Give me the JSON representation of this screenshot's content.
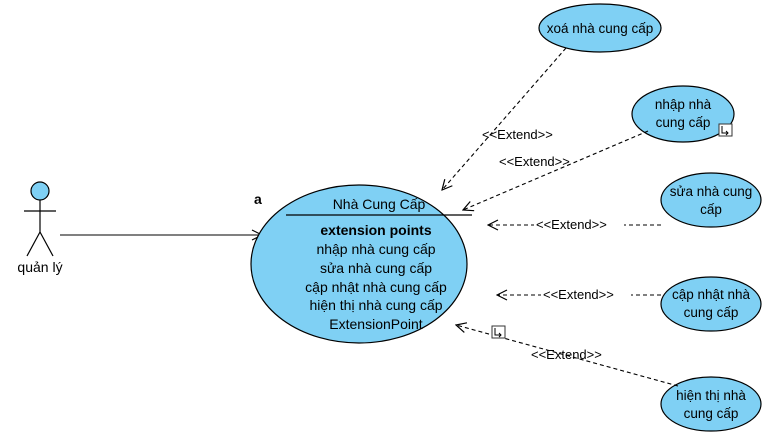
{
  "diagram": {
    "colors": {
      "use_case_fill": "#7fd0f4",
      "line": "#000000"
    },
    "actor": {
      "name": "quản lý"
    },
    "corner_mark": "a",
    "main_use_case": {
      "title": "Nhà Cung Cấp",
      "section_heading": "extension points",
      "extension_points": [
        "nhập nhà cung cấp",
        "sửa nhà cung cấp",
        "cập nhật nhà cung cấp",
        "hiện thị nhà cung cấp",
        "ExtensionPoint"
      ]
    },
    "extending_use_cases": [
      {
        "lines": [
          "xoá nhà cung cấp"
        ]
      },
      {
        "lines": [
          "nhập nhà",
          "cung cấp"
        ]
      },
      {
        "lines": [
          "sửa nhà cung",
          "cấp"
        ]
      },
      {
        "lines": [
          "cập nhật nhà",
          "cung cấp"
        ]
      },
      {
        "lines": [
          "hiện thị nhà",
          "cung cấp"
        ]
      }
    ],
    "extend_labels": [
      "<<Extend>>",
      "<<Extend>>",
      "<<Extend>>",
      "<<Extend>>",
      "<<Extend>>"
    ],
    "extend_icon": "resize-handle-icon"
  }
}
